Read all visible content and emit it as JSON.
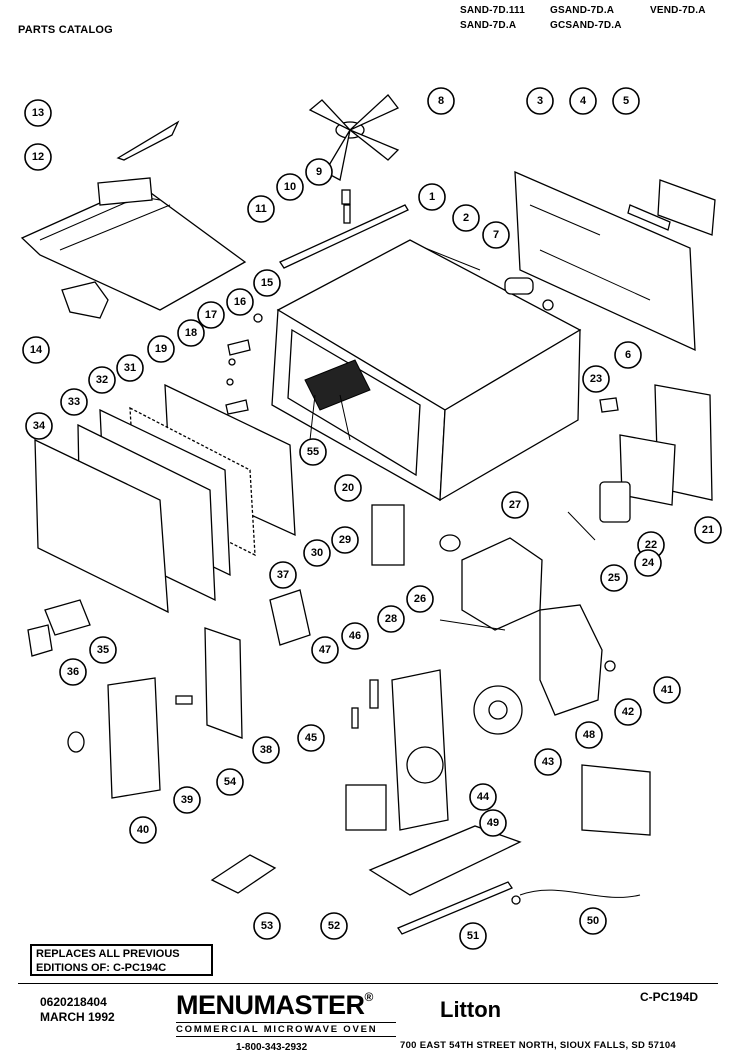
{
  "header": {
    "catalog_label": "PARTS CATALOG",
    "models": [
      "SAND-7D.111",
      "GSAND-7D.A",
      "VEND-7D.A",
      "SAND-7D.A",
      "GCSAND-7D.A"
    ]
  },
  "callouts": [
    "1",
    "2",
    "3",
    "4",
    "5",
    "6",
    "7",
    "8",
    "9",
    "10",
    "11",
    "12",
    "13",
    "14",
    "15",
    "16",
    "17",
    "18",
    "19",
    "20",
    "21",
    "22",
    "23",
    "24",
    "25",
    "26",
    "27",
    "28",
    "29",
    "30",
    "31",
    "32",
    "33",
    "34",
    "35",
    "36",
    "37",
    "38",
    "39",
    "40",
    "41",
    "42",
    "43",
    "44",
    "45",
    "46",
    "47",
    "48",
    "49",
    "50",
    "51",
    "52",
    "53",
    "54",
    "55"
  ],
  "notice": {
    "line1": "REPLACES ALL PREVIOUS",
    "line2": "EDITIONS OF: C-PC194C"
  },
  "footer": {
    "doc_number": "0620218404",
    "date": "MARCH 1992",
    "brand": "MENUMASTER",
    "brand_mark": "®",
    "brand_tagline": "COMMERCIAL MICROWAVE OVEN",
    "phone": "1-800-343-2932",
    "company": "Litton",
    "address": "700 EAST 54TH STREET NORTH, SIOUX FALLS, SD 57104",
    "catalog_code": "C-PC194D"
  }
}
